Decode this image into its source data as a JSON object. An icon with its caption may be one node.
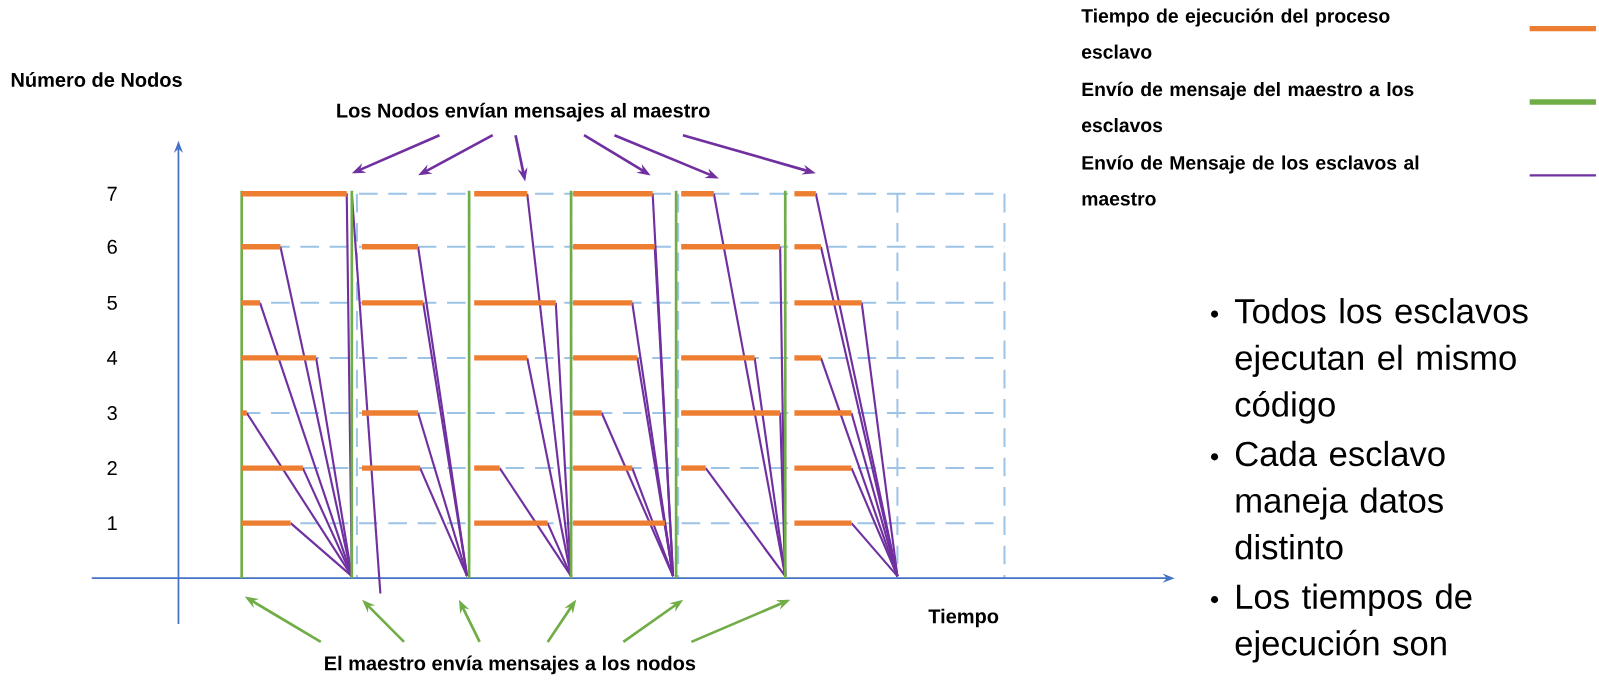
{
  "diagram": {
    "nodes": [
      {
        "text": [
          "Los Nodos envían mensajes al maestro"
        ]
      },
      {
        "text": [
          "El maestro envía mensajes a los nodos"
        ]
      }
    ],
    "edges": [
      {
        "from": 0,
        "to": null,
        "arrow": "to",
        "color": "#7030a0"
      },
      {
        "from": 0,
        "to": null,
        "arrow": "to",
        "color": "#7030a0"
      },
      {
        "from": 0,
        "to": null,
        "arrow": "to",
        "color": "#7030a0"
      },
      {
        "from": 0,
        "to": null,
        "arrow": "to",
        "color": "#7030a0"
      },
      {
        "from": 0,
        "to": null,
        "arrow": "to",
        "color": "#7030a0"
      },
      {
        "from": 0,
        "to": null,
        "arrow": "to",
        "color": "#7030a0"
      },
      {
        "from": 1,
        "to": null,
        "arrow": "to",
        "color": "#70ad47"
      },
      {
        "from": 1,
        "to": null,
        "arrow": "to",
        "color": "#70ad47"
      },
      {
        "from": 1,
        "to": null,
        "arrow": "to",
        "color": "#70ad47"
      },
      {
        "from": 1,
        "to": null,
        "arrow": "to",
        "color": "#70ad47"
      },
      {
        "from": 1,
        "to": null,
        "arrow": "to",
        "color": "#70ad47"
      },
      {
        "from": 1,
        "to": null,
        "arrow": "to",
        "color": "#70ad47"
      }
    ],
    "labels": [
      "Número de Nodos",
      "7",
      "6",
      "5",
      "4",
      "3",
      "2",
      "1",
      "Tiempo",
      "Todos los esclavos ejecutan el mismo código",
      "Cada esclavo maneja datos distinto",
      "Los tiempos de ejecución son"
    ],
    "legend": [
      {
        "text": "Tiempo de ejecución del proceso esclavo"
      },
      {
        "text": "Envío de mensaje del maestro a los esclavos"
      },
      {
        "text": "Envío de Mensaje de los esclavos al maestro"
      }
    ]
  }
}
